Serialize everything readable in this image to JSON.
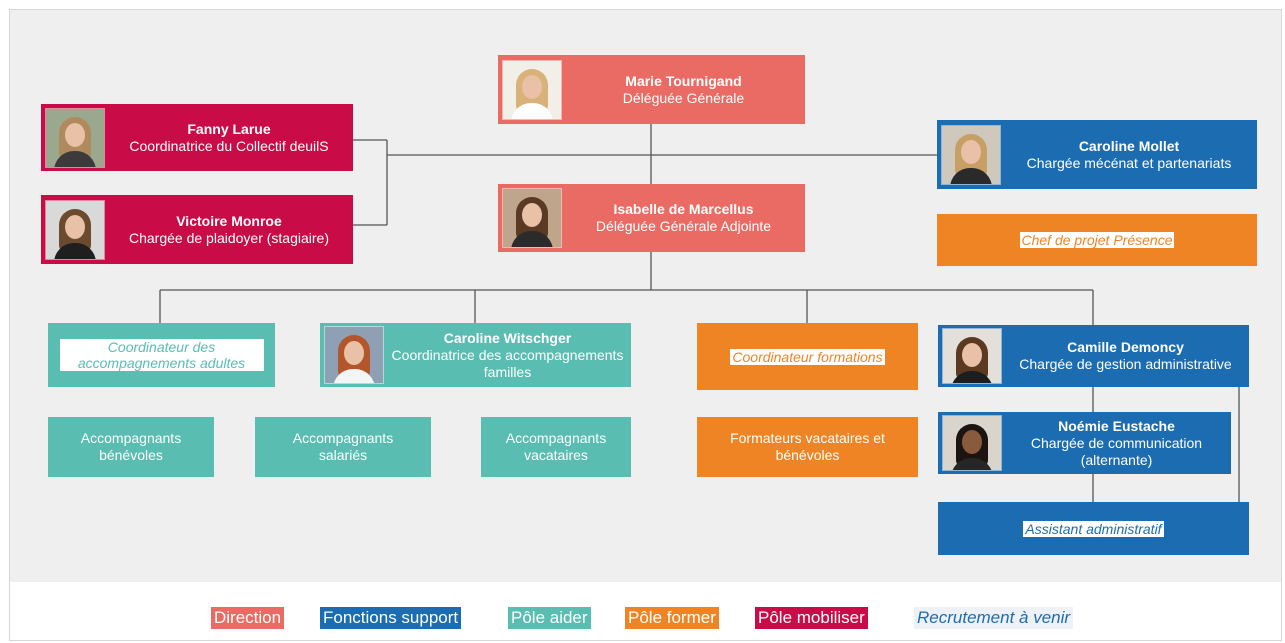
{
  "people": {
    "marie": {
      "name": "Marie Tournigand",
      "role": "Déléguée Générale",
      "photo_icon": "portrait-photo"
    },
    "isabelle": {
      "name": "Isabelle de Marcellus",
      "role": "Déléguée Générale Adjointe",
      "photo_icon": "portrait-photo"
    },
    "fanny": {
      "name": "Fanny Larue",
      "role": "Coordinatrice du Collectif deuilS",
      "photo_icon": "portrait-photo"
    },
    "victoire": {
      "name": "Victoire Monroe",
      "role": "Chargée de plaidoyer (stagiaire)",
      "photo_icon": "portrait-photo"
    },
    "caroline_mollet": {
      "name": "Caroline Mollet",
      "role": "Chargée mécénat et partenariats",
      "photo_icon": "portrait-photo"
    },
    "caroline_witschger": {
      "name": "Caroline Witschger",
      "role": "Coordinatrice des accompagnements familles",
      "photo_icon": "portrait-photo"
    },
    "camille": {
      "name": "Camille Demoncy",
      "role": "Chargée de gestion administrative",
      "photo_icon": "portrait-photo"
    },
    "noemie": {
      "name": "Noémie Eustache",
      "role": "Chargée de communication (alternante)",
      "photo_icon": "portrait-photo"
    }
  },
  "vacancies": {
    "chef_projet": "Chef de projet Présence",
    "coord_adultes": "Coordinateur des accompagnements adultes",
    "coord_formations": "Coordinateur formations",
    "assistant_admin": "Assistant administratif"
  },
  "groups": {
    "benevoles": "Accompagnants bénévoles",
    "salaries": "Accompagnants salariés",
    "vacataires": "Accompagnants vacataires",
    "formateurs": "Formateurs vacataires et bénévoles"
  },
  "legend": {
    "direction": "Direction",
    "support": "Fonctions support",
    "aider": "Pôle aider",
    "former": "Pôle former",
    "mobiliser": "Pôle mobiliser",
    "recrutement": "Recrutement à venir"
  },
  "colors": {
    "direction": "#ea6b64",
    "support": "#1c6cb1",
    "aider": "#59bdb1",
    "former": "#ef8424",
    "mobiliser": "#c90c47",
    "background": "#efefef"
  }
}
